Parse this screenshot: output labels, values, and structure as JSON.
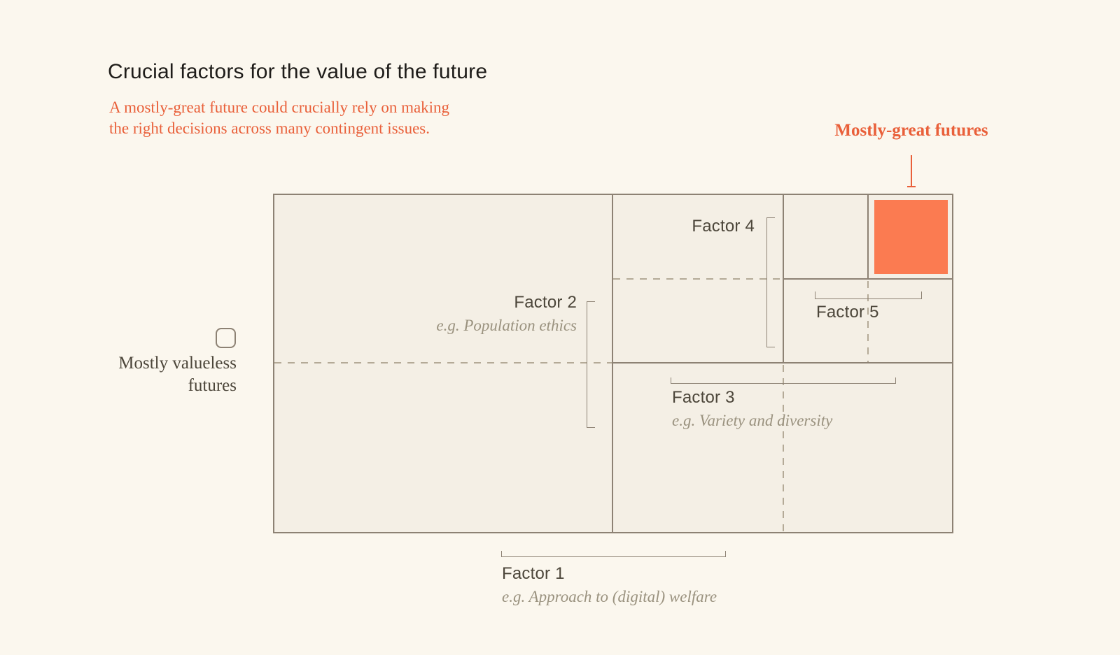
{
  "header": {
    "title": "Crucial factors for the value of the future",
    "subtitle": "A mostly-great future could crucially rely on making\nthe right decisions across many contingent issues."
  },
  "annotations": {
    "mostly_great": {
      "label": "Mostly-great futures"
    },
    "mostly_valueless": {
      "label": "Mostly valueless\nfutures"
    }
  },
  "factors": [
    {
      "label": "Factor 1",
      "example": "e.g. Approach to (digital) welfare"
    },
    {
      "label": "Factor 2",
      "example": "e.g. Population ethics"
    },
    {
      "label": "Factor 3",
      "example": "e.g. Variety and diversity"
    },
    {
      "label": "Factor 4",
      "example": ""
    },
    {
      "label": "Factor 5",
      "example": ""
    }
  ],
  "colors": {
    "page_bg": "#fbf7ee",
    "panel_bg": "#f4efe5",
    "line": "#8d8274",
    "dash": "#b4aa97",
    "accent": "#e9603a",
    "accent_fill": "#fb7b51",
    "title_text": "#1e1c19",
    "label_text": "#4c463a",
    "muted_text": "#9a927f"
  }
}
